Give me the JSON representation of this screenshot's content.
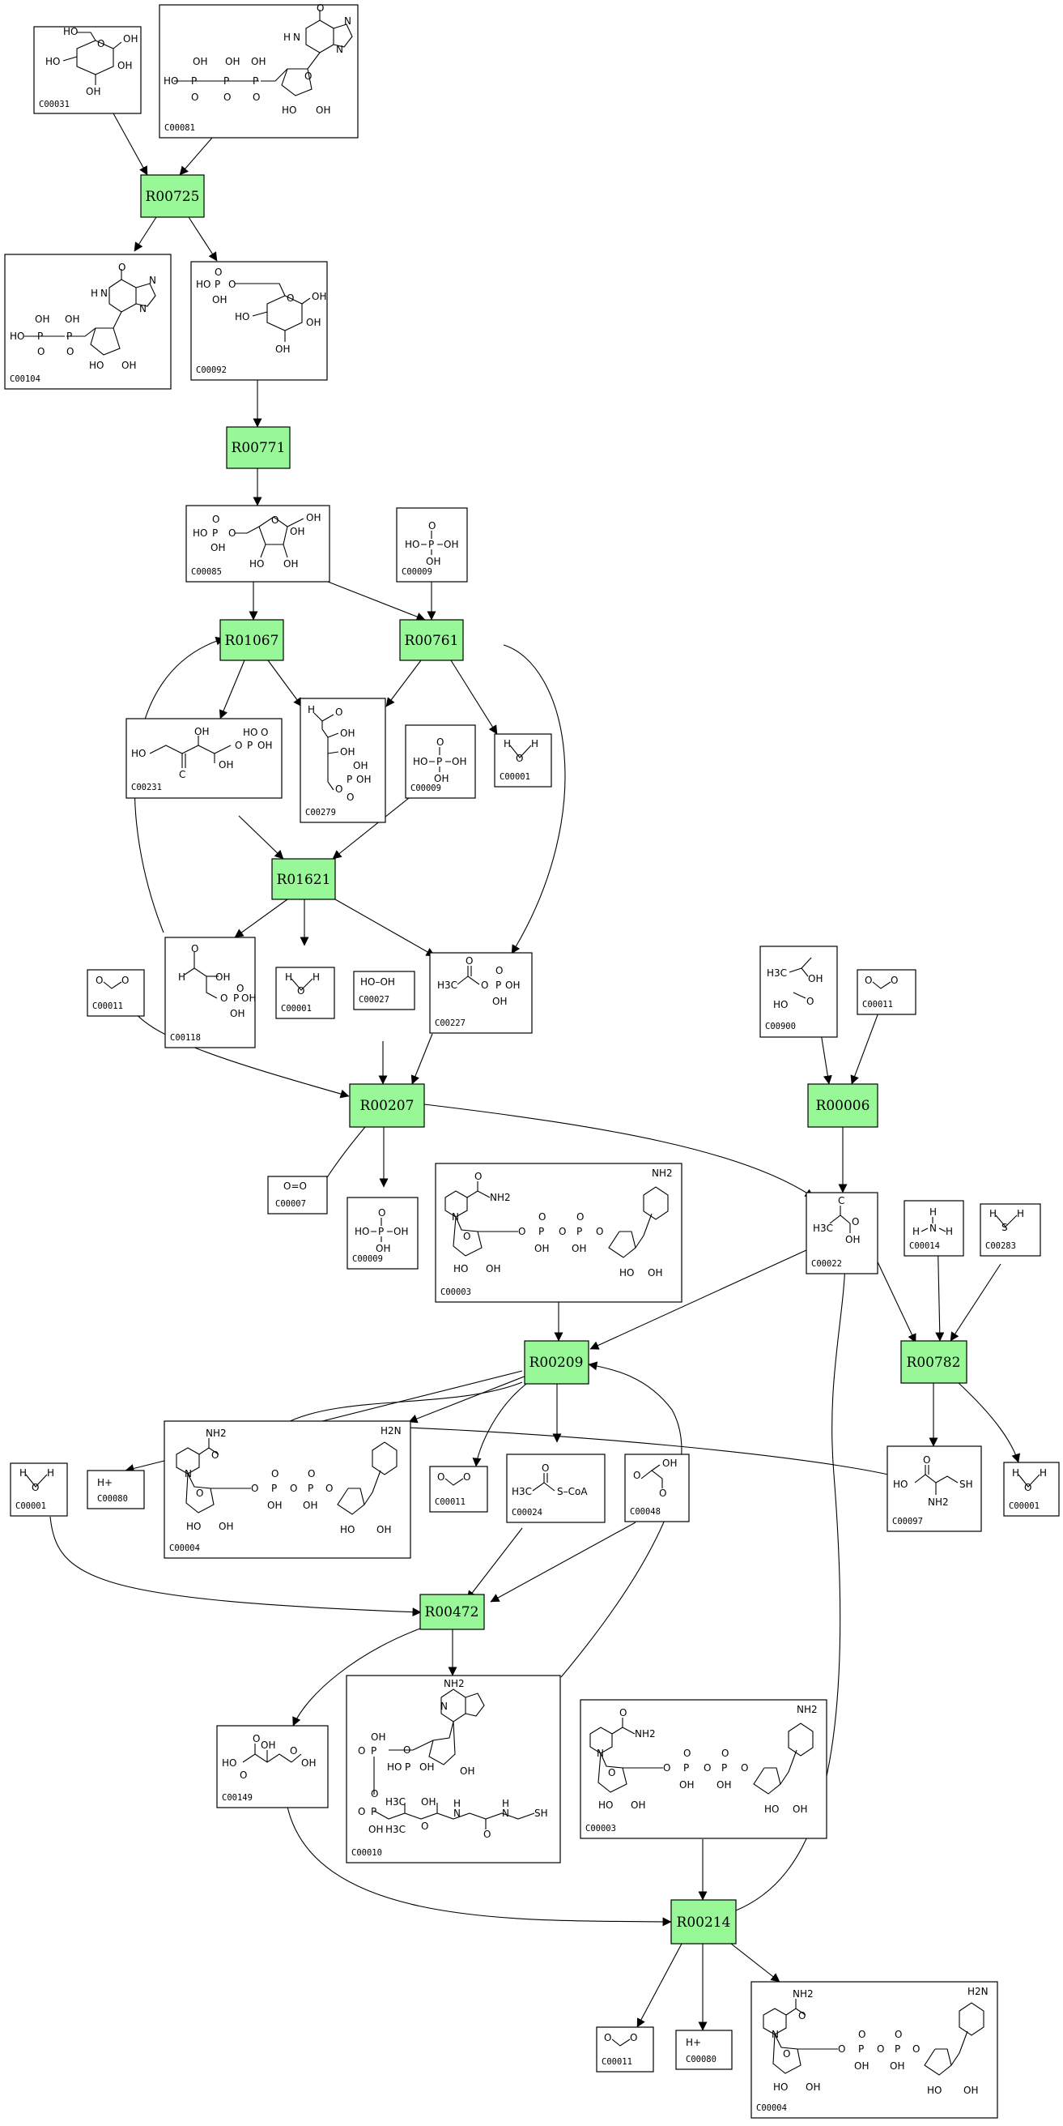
{
  "colors": {
    "reaction_fill": "#98f898",
    "line": "#000000",
    "background": "#ffffff"
  },
  "reactions": [
    "R00725",
    "R00771",
    "R01067",
    "R00761",
    "R01621",
    "R00207",
    "R00006",
    "R00209",
    "R00782",
    "R00472",
    "R00214"
  ],
  "compounds": [
    "C00031",
    "C00081",
    "C00104",
    "C00092",
    "C00085",
    "C00009",
    "C00231",
    "C00279",
    "C00001",
    "C00118",
    "C00011",
    "C00027",
    "C00227",
    "C00900",
    "C00007",
    "C00003",
    "C00022",
    "C00014",
    "C00283",
    "C00080",
    "C00004",
    "C00024",
    "C00048",
    "C00097",
    "C00010",
    "C00149"
  ],
  "atoms": {
    "ho": "HO",
    "oh": "OH",
    "h": "H",
    "o": "O",
    "n": "N",
    "p": "P",
    "c": "C",
    "h3c": "H3C",
    "hooh": "HO–OH",
    "o_eq_o": "O=O",
    "nh2": "NH2",
    "h2n": "H2N",
    "hplus": "H+",
    "s": "S",
    "sh": "SH",
    "scoa": "S–CoA",
    "h_stereo": "H"
  }
}
